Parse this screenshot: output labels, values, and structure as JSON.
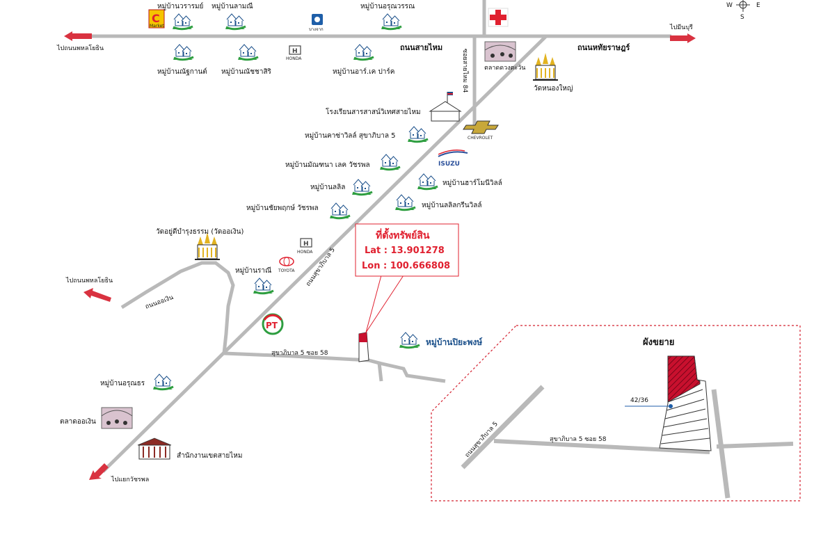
{
  "roads": {
    "sai_mai": "ถนนสายไหม",
    "hathai_rat": "ถนนหทัยราษฎร์",
    "sai_mai_soi": "ซอยสายไหม 84",
    "sukhaphiban5": "ถนนสุขาภิบาล 5",
    "or_ngoen": "ถนนออเงิน",
    "soi58": "สุขาภิบาล 5 ซอย 58"
  },
  "directions": {
    "to_phahon_top": "ไปถนนพหลโยธิน",
    "to_minburi": "ไปมีนบุรี",
    "to_phahon_mid": "ไปถนนพหลโยธิน",
    "to_watcharaphon": "ไปแยกวัชรพล"
  },
  "compass": {
    "west": "W",
    "east": "E",
    "south": "S"
  },
  "places": {
    "woraram": "หมู่บ้านวรารมย์",
    "lammanee": "หมู่บ้านลามณี",
    "arunwan": "หมู่บ้านอรุณวรรณ",
    "natkan": "หมู่บ้านณัฐกานต์",
    "natcha": "หมู่บ้านณัชชาสิริ",
    "rk_park": "หมู่บ้านอาร์.เค ปาร์ค",
    "talad_duang": "ตลาดดวงตะวัน",
    "wat_nong_yai": "วัดหนองใหญ่",
    "school": "โรงเรียนสารสาสน์วิเทศสายไหม",
    "casa": "หมู่บ้านคาซ่าวิลล์ สุขาภิบาล 5",
    "mantana": "หมู่บ้านมัณฑนา เลค วัชรพล",
    "lalin": "หมู่บ้านลลิล",
    "harmony": "หมู่บ้านฮาร์โมนีวิลล์",
    "chaiyaphruek": "หมู่บ้านชัยพฤกษ์ วัชรพล",
    "lalin_green": "หมู่บ้านลลิลกรีนวิลล์",
    "wat_ngoen": "วัดอยู่ดีบำรุงธรรม (วัดออเงิน)",
    "rani": "หมู่บ้านราณี",
    "piya": "หมู่บ้านปิยะพงษ์",
    "aroonthorn": "หมู่บ้านอรุณธร",
    "talad_ngoen": "ตลาดออเงิน",
    "district": "สำนักงานเขตสายไหม"
  },
  "brands": {
    "cmart": "Market",
    "bangkok_bank": "บางจาก",
    "honda1": "HONDA",
    "chevrolet": "CHEVROLET",
    "isuzu": "ISUZU",
    "honda2": "HONDA",
    "toyota": "TOYOTA",
    "pt": "PT"
  },
  "callout": {
    "title": "ที่ตั้งทรัพย์สิน",
    "lat": "Lat : 13.901278",
    "lon": "Lon : 100.666808"
  },
  "inset": {
    "title": "ผังขยาย",
    "plot_no": "42/36",
    "road5": "ถนนสุขาภิบาล 5",
    "soi58": "สุขาภิบาล 5 ซอย 58"
  },
  "colors": {
    "road": "#b9b9b9",
    "arrow": "#d93240",
    "callout": "#e0202f",
    "house": "#2e9e40",
    "property": "#c8102e",
    "inset_border": "#d4202f"
  }
}
